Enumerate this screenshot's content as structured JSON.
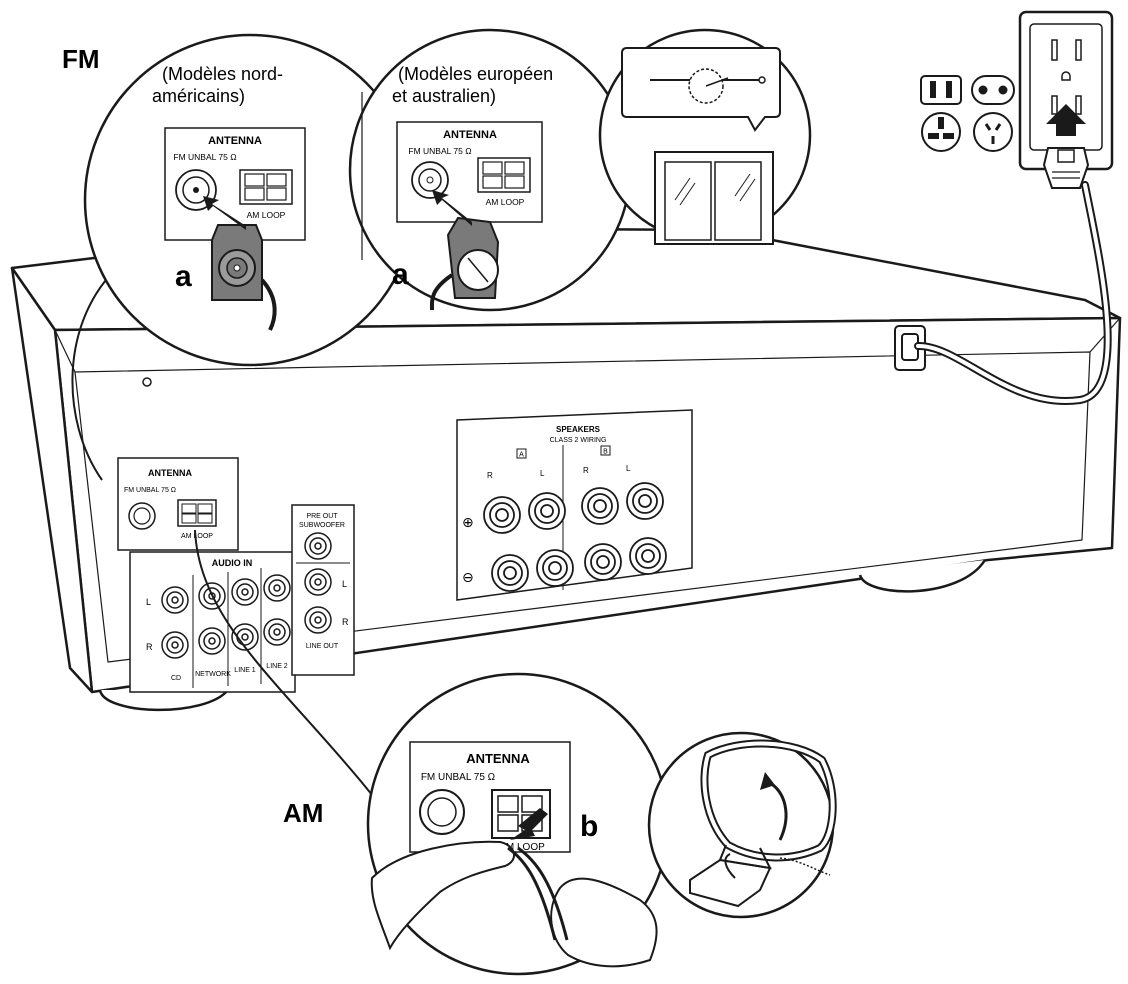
{
  "section_labels": {
    "fm": "FM",
    "am": "AM"
  },
  "fm_callouts": {
    "north_america": {
      "line1": "(Modèles nord-",
      "line2": "américains)"
    },
    "europe_australia": {
      "line1": "(Modèles européen",
      "line2": "et australien)"
    }
  },
  "step_markers": {
    "a": "a",
    "b": "b"
  },
  "antenna_panel": {
    "title": "ANTENNA",
    "fm_jack": "FM UNBAL 75 Ω",
    "am_terminal": "AM LOOP"
  },
  "audio_in": {
    "title": "AUDIO IN",
    "channel_left": "L",
    "channel_right": "R",
    "inputs": [
      "CD",
      "NETWORK",
      "LINE 1",
      "LINE 2"
    ]
  },
  "pre_out": {
    "title_line1": "PRE OUT",
    "title_line2": "SUBWOOFER",
    "line_out": "LINE OUT",
    "channel_left": "L",
    "channel_right": "R"
  },
  "speakers_panel": {
    "title": "SPEAKERS",
    "subtitle": "CLASS 2 WIRING",
    "bank_a": "A",
    "bank_b": "B",
    "channel_right": "R",
    "channel_left": "L",
    "plus_sign": "⊕",
    "minus_sign": "⊖"
  },
  "colors": {
    "line": "#1a1a1a",
    "connector_gray": "#7a7a7a",
    "panel": "#ffffff"
  }
}
